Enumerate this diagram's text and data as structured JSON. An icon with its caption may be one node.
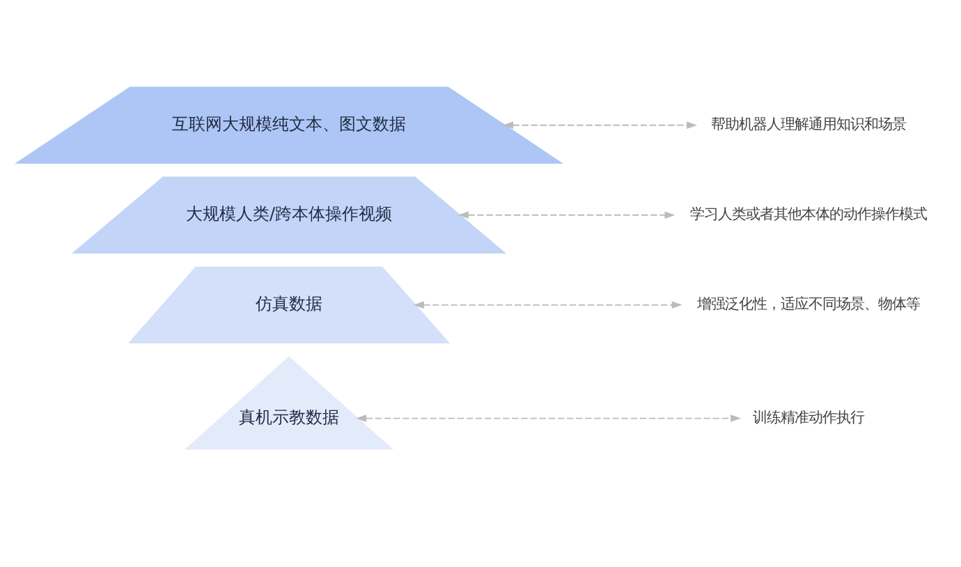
{
  "diagram": {
    "nodes": [
      {
        "text": [
          "真机示教数据"
        ]
      },
      {
        "text": [
          "仿真数据"
        ]
      },
      {
        "text": [
          "大规模人类/跨本体操作视频"
        ]
      },
      {
        "text": [
          "互联网大规模纯文本、图文数据"
        ]
      },
      {
        "text": [
          "训练精准动作执行"
        ]
      },
      {
        "text": [
          "增强泛化性，适应不同场景、物体等"
        ]
      },
      {
        "text": [
          "学习人类或者其他本体的动作操作模式"
        ]
      },
      {
        "text": [
          "帮助机器人理解通用知识和场景"
        ]
      }
    ],
    "edges": [
      {
        "from": 0,
        "to": 4,
        "arrow": "both",
        "style": "dashed",
        "color": "#bbbbbb"
      },
      {
        "from": 1,
        "to": 5,
        "arrow": "both",
        "style": "dashed",
        "color": "#bbbbbb"
      },
      {
        "from": 2,
        "to": 6,
        "arrow": "both",
        "style": "dashed",
        "color": "#bbbbbb"
      },
      {
        "from": 3,
        "to": 7,
        "arrow": "both",
        "style": "dashed",
        "color": "#bbbbbb"
      }
    ]
  }
}
